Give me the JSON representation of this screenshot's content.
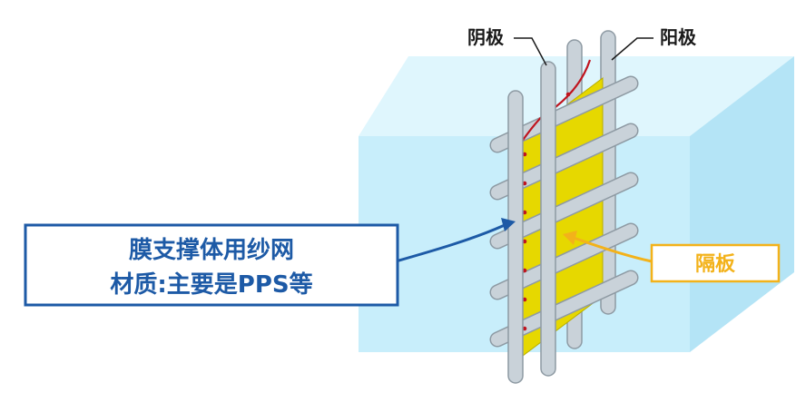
{
  "labels": {
    "cathode": "阴极",
    "anode": "阳极",
    "separator": "隔板",
    "membrane_line1": "膜支撑体用纱网",
    "membrane_line2": "材质:主要是PPS等"
  },
  "colors": {
    "tank_face": "#c8eefb",
    "tank_top": "#dff6fd",
    "tank_side": "#b4e4f6",
    "rod_fill": "#c9d2d9",
    "rod_edge": "#8e9aa3",
    "separator_yellow": "#e6d800",
    "wavy_line_red": "#c0141e",
    "membrane_callout_blue": "#1d5aa6",
    "separator_callout_orange": "#f3b21a",
    "label_text": "#1a1a1a"
  },
  "icons": {
    "cathode_lead": "callout-leader-line",
    "anode_lead": "callout-leader-line",
    "membrane_arrow": "arrow-pointer",
    "separator_arrow": "arrow-pointer"
  }
}
